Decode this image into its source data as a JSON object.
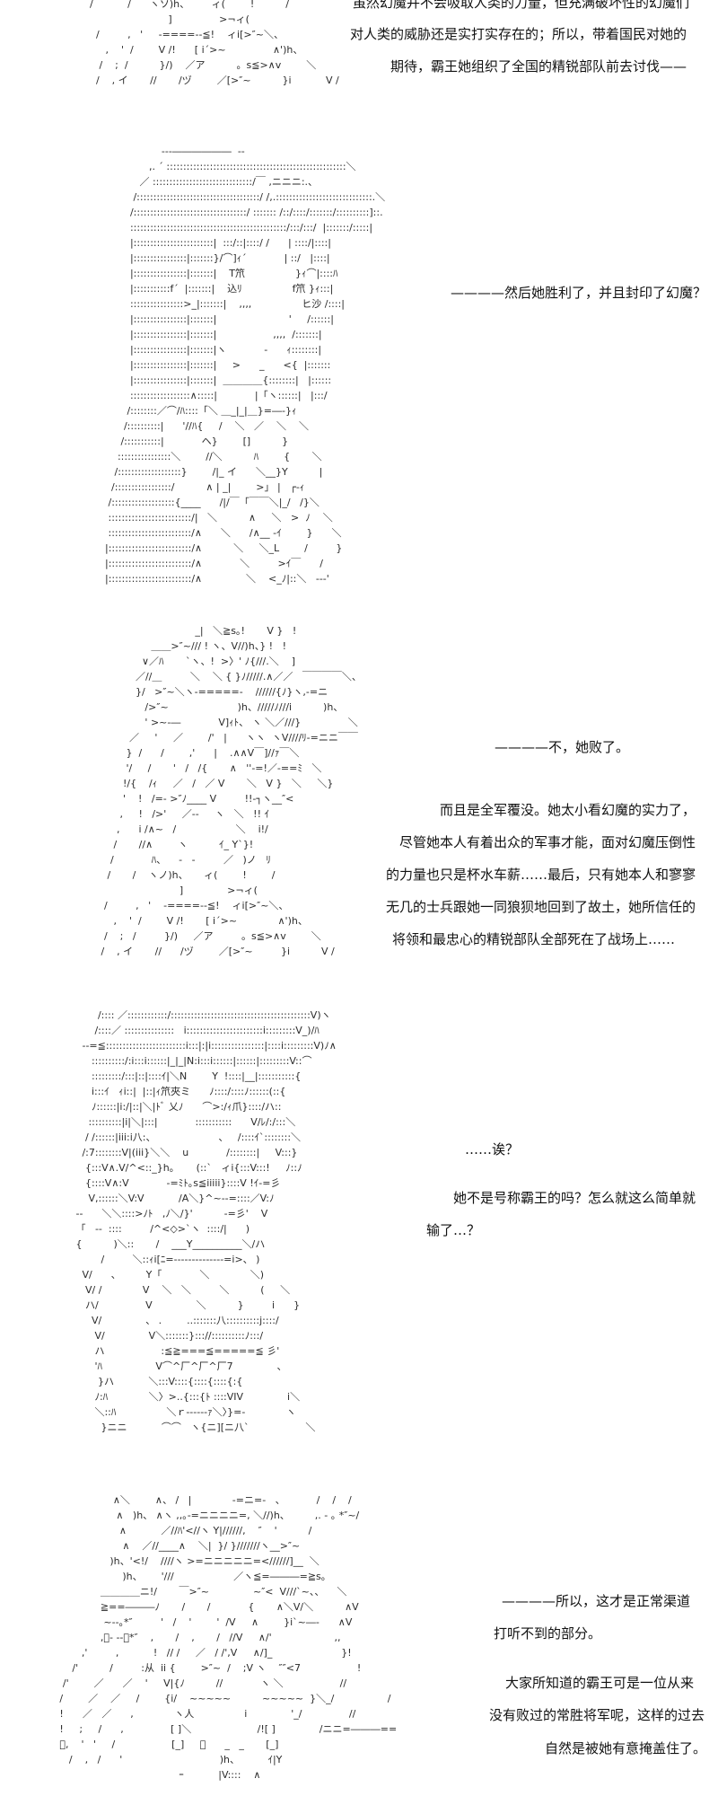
{
  "panels": [
    {
      "art": [
        "/           /      ヽソ)h、       ィ(        !          /",
        "                         ]               >¬ィ(",
        "  /         ,   '     -====--≦!    ィi[>″~＼、",
        "     ,    '  /        V /!      [ i´>~               ∧')h、",
        "   /    ;  /          }/)    ／ア          。s≦>∧v        ＼",
        "  /    , イ       //       /ヅ        ／[>″~          }i           V /"
      ],
      "narration": [
        "虽然幻魔并不会吸取人类的力量，但充满破坏性的幻魔们",
        "对人类的威胁还是实打实存在的；所以，带着国民对她的",
        "期待，霸王她组织了全国的精锐部队前去讨伐——"
      ]
    },
    {
      "art": [
        "                    -‐-――――――  ‐‐",
        "                ,. ´ ::::::::::::::::::::::::::::::::::::::::::::::::::::::＼",
        "             ／ ::::::::::::::::::::::::::::::/￣ ,ニニニ:.、",
        "           /:::::::::::::::::::::::::::::::::::::/ /,.:::::::::::::::::::::::::::::.＼",
        "          /::::::::::::::::::::::::::::::::::/ ::::::: /::/::::/:::::::/::::::::::]::.",
        "          :::::::::::::::::::::::::::::::::::::::::::::::/:::/:::/  |:::::::/:::::|",
        "          |::::::::::::::::::::::::|  :::/::|::::/ /      | ::::/|::::|",
        "          |::::::::::::::::|:::::::}/⌒]ｨ´            | ::/   |::::|",
        "          |::::::::::::::::|:::::::|    T笊                }ｨ⌒|::::ﾊ",
        "          |:::::::::::f´  |:::::::|    込ﾘ                f笊 }ｨ:::|",
        "          ::::::::::::::::>_|:::::::|    ,,,,                ヒ沙 /::::|",
        "          |::::::::::::::::|:::::::|                       '     /::::::|",
        "          |::::::::::::::::|:::::::|                  ,,,,  /:::::::|",
        "          |::::::::::::::::|:::::::|ヽ            ‐      ｨ::::::::|",
        "          |::::::::::::::::|:::::::|     >      _      <{  |:::::::",
        "          |::::::::::::::::|:::::::|  ＿＿＿＿{::::::::|   |::::::",
        "          ::::::::::::::::::∧:::::|            |「ヽ::::::|   |:::/",
        "         /::::::::／⌒/ﾊ::::「＼ ＿_|_|＿}=―‐}ｨ",
        "        /::::::::::|      '//ﾊ{     /    ＼   ／    ＼    ＼",
        "       /:::::::::::|            ヘ}        []          }",
        "      ::::::::::::::::＼        //＼          ﾊ        {       ＼",
        "     /:::::::::::::::::::}        /|_ イ      ＼__}Y          |",
        "    /:::::::::::::::::/          ∧ | _|        >」 |   ┌‐ｨ",
        "   /:::::::::::::::::::{____      /|/￣「￣￣＼|_/   /}＼",
        "   :::::::::::::::::::::::::/|   ＼          ∧     ＼   >  ﾉ    ＼",
        "   :::::::::::::::::::::::::/∧      ＼      /∧__ -ｲ        }      ＼",
        "  |:::::::::::::::::::::::::/∧          ＼     ＼_L        /         }",
        "  |:::::::::::::::::::::::::/∧            ＼         >ｲ￣      /",
        "  |:::::::::::::::::::::::::/∧              ＼    <_ﾉ|::＼   ‐‐‐'"
      ],
      "narration": [
        "————然后她胜利了，并且封印了幻魔？"
      ]
    },
    {
      "art": [
        "                                   _|   ＼≧s｡!       V }   !",
        "                     ＿＿>″~/// ! ヽ、V//)h、} !   !",
        "                  ∨／ﾊ       `ヽ、!  >〉' ﾉ{///.＼    ]",
        "                ／//＿         ＼    ＼ { }ﾉ/////.∧／／   ￣￣￣￣＼、",
        "                }/   >″~＼ヽ-=====-    //////{ﾉ}ヽ,-=ニ",
        "                   />″~                      )h、/////ﾉ///i          )h、",
        "                   ' >~‐―            V]ｨﾄ、 ヽ ＼／///}               ＼",
        "              ／     '     ／        /'   |      ヽヽ  ヽV////ﾘ-=ニニ￣￣",
        "             }  /      /        ,'      |    .∧∧V￣]//ｧ￣＼",
        "             '/     /       '   /   /{       ∧   ''-=!／-==ﾐ   ＼",
        "            !/{    /ｨ     ／   /   ／ V       ＼   V }   ＼     ＼}",
        "            '    !   /=- >″ﾉ____ V         !!-┐ヽ__″<",
        "           ,     !   />'     ／‐‐     ヽ   ＼   !! ｲ",
        "          ,      i /∧~   /                   ＼    i!/",
        "         /       //∧        ヽ          ｲ_ Y`}!",
        "        /            ﾊ、    ‐   -         ／   )ノ   ﾘ",
        "       /       /    ヽノ)h、     ィ(        !        /",
        "                              ]              >¬ィ(",
        "      /         ,   '    -====--≦!    ィi[>″~＼、",
        "         ,    '  /        V /!       [ i´>~             ∧')h、",
        "      /    ;   /         }/)     ／ア         。s≦>∧v        ＼",
        "     /    , イ       //      /ヅ        ／[>″~         }i          V /"
      ],
      "narration": [
        "————不，她败了。",
        "而且是全军覆没。她太小看幻魔的实力了，",
        "尽管她本人有着出众的军事才能，面对幻魔压倒性",
        "的力量也只是杯水车薪……最后，只有她本人和寥寥",
        "无几的士兵跟她一同狼狈地回到了故土，她所信任的",
        "将领和最忠心的精锐部队全部死在了战场上……"
      ]
    },
    {
      "art": [
        "              /:::: ／::::::::::::/::::::::::::::::::::::::::::::::::::::::::V)ヽ",
        "             /::::／ :::::::::::::::   i:::::::::::::::::::::::i:::::::::V_)/ﾊ",
        "         -‐=≦::::::::::::::::::::::::i:::|:|i::::::::::::::::|::::i:::::::::V)ﾉ∧",
        "            ::::::::::/:i:::i::::::|_|_|N:i:::i::::::|::::::|:::::::::V::⌒",
        "            :::::::::/:::|::|::::ｲ|＼N        Y  !::::|__|:::::::::::{",
        "            i:::ｲ   ｨi::|  |::|ｨ笊夾ミ      ﾉ::::/::::ﾉ::::::(::{",
        "            ﾉ::::::|i:/|::|＼|ﾄﾞ 乂ﾉ      ⌒>:/ｨ爪}::::/ハ::",
        "           ::::::::::|i|＼|:::|            :::::::::::      V/ﾚ/:/:::＼",
        "          / /::::::|iii:i八:、                    、   /::::ｲ`::::::::＼",
        "         /:7::::::::V|(iii}＼＼    u            /::::::::|     V:::}",
        "          {:::V∧.V/^<::_}h｡       (::`   ィi{:::V:::!     ﾉ::ﾉ",
        "          {::::V∧:V            ‐=ﾐﾄ｡s≦iiiii}::::V !ｲ-=彡",
        "           V,::::::＼V:V           /A＼}^~‐-=::::／V:ﾉ",
        "       ‐‐      ＼＼::::>ﾉﾄ   ,ﾉ＼/}'          -=彡'    V",
        "       「   ‐‐  ::::         /^<◇>`ヽ  ::::/|      )",
        "       {          )＼::       /    ___Y__________＼/ハ",
        "               /         ＼::ｨi[ﾆ=‐‐‐‐‐‐‐‐‐‐‐‐‐‐=i>、 )",
        "         V/      、        Y「            ＼             ＼)",
        "          V/ /             V    ＼   ＼         ＼          (     ＼",
        "          ハ/               V              ＼          }         i      }",
        "            V/              、 .        ..:::::::八::::::::::j::::/",
        "             V/              V＼:::::::}::://::::::::::ﾉ:::/",
        "             ハ                  :≦≧===≦=====≦ 彡'",
        "             'ﾊ                 V⌒^厂^厂^厂7              、",
        "              }ハ           ＼:::V::::{::::{::::{:{",
        "             ﾉ:ﾊ             ＼〉>..{:::{ﾄ ::::VIV              i＼",
        "             ＼::ﾊ                ＼ｒ‐‐‐‐‐‐ｧ＼〉}=-             ヽ",
        "               }ニニ           ⌒⌒   ヽ{ニ][ニ八`                  ＼"
      ],
      "narration": [
        "……诶？",
        "她不是号称霸王的吗？怎么就这么简单就",
        "输了…？"
      ]
    },
    {
      "art": [
        "                                    ∧＼        ∧、 /   |             -=ニ=-   、          /    /    /",
        "                                     ∧   )h、 ∧ヽ ,,｡-=ニニニニ=, ＼//)h、        ,. ‐ ｡ *″~/",
        "                                      ∧           ／//ﾊ'<//ヽ Y|//////,    ″    '          /",
        "                                       ∧    ／//____∧    ＼|  }/ }///////ヽ__>″~",
        "                                   )h、'<!/    ////ヽ >=ニニニニニ=<//////]__  ＼",
        "                                       )h、      '///                   ／ヽ≦=―――=≧s｡",
        "                                ＿＿＿＿ニ!/       ￣>″~              ~″<  V///`~、、    ＼",
        "                                ≧==―――ﾉ       /       /            {       ∧＼V/＼          ∧V",
        "                                 ~‐‐｡*″         '   /    '        '  /V     ∧        }i`~―-      ∧V",
        "                                ,ﾞ‐ ‐‐｡*″    ,       /    ,       /   //V     ∧/'                    ,,",
        "                          ,'         ,           !   // /     ／   / /',V     ∧/]_                      }!",
        "                       /'          /         :从  ii {        >″~  /    ;V ヽ    ″″<7                  !",
        "                    /'        ／      ／    '     V|{ﾉ          //            ヽ ＼                  //",
        "                   /        ／    ／     /        {i/    ~~~~~          ~~~~~  }＼_/                 /",
        "                   !      ／   ／      ,             ヽ人                i              '_/               //",
        "                   !     ;     /      ,               [ ]＼                     /![ ]              /ニニ=―――==",
        "                   ﾞ,    '   '     /                  [_]     ＼      _   _       [_]",
        "                      /    ,   /      '                               )h、         ｲ|Y",
        "                                                         ｰ           |V::::    ∧"
      ],
      "narration": [
        "————所以，这才是正常渠道",
        "打听不到的部分。",
        "大家所知道的霸王可是一位从来",
        "没有败过的常胜将军呢，这样的过去",
        "自然是被她有意掩盖住了。"
      ]
    }
  ]
}
